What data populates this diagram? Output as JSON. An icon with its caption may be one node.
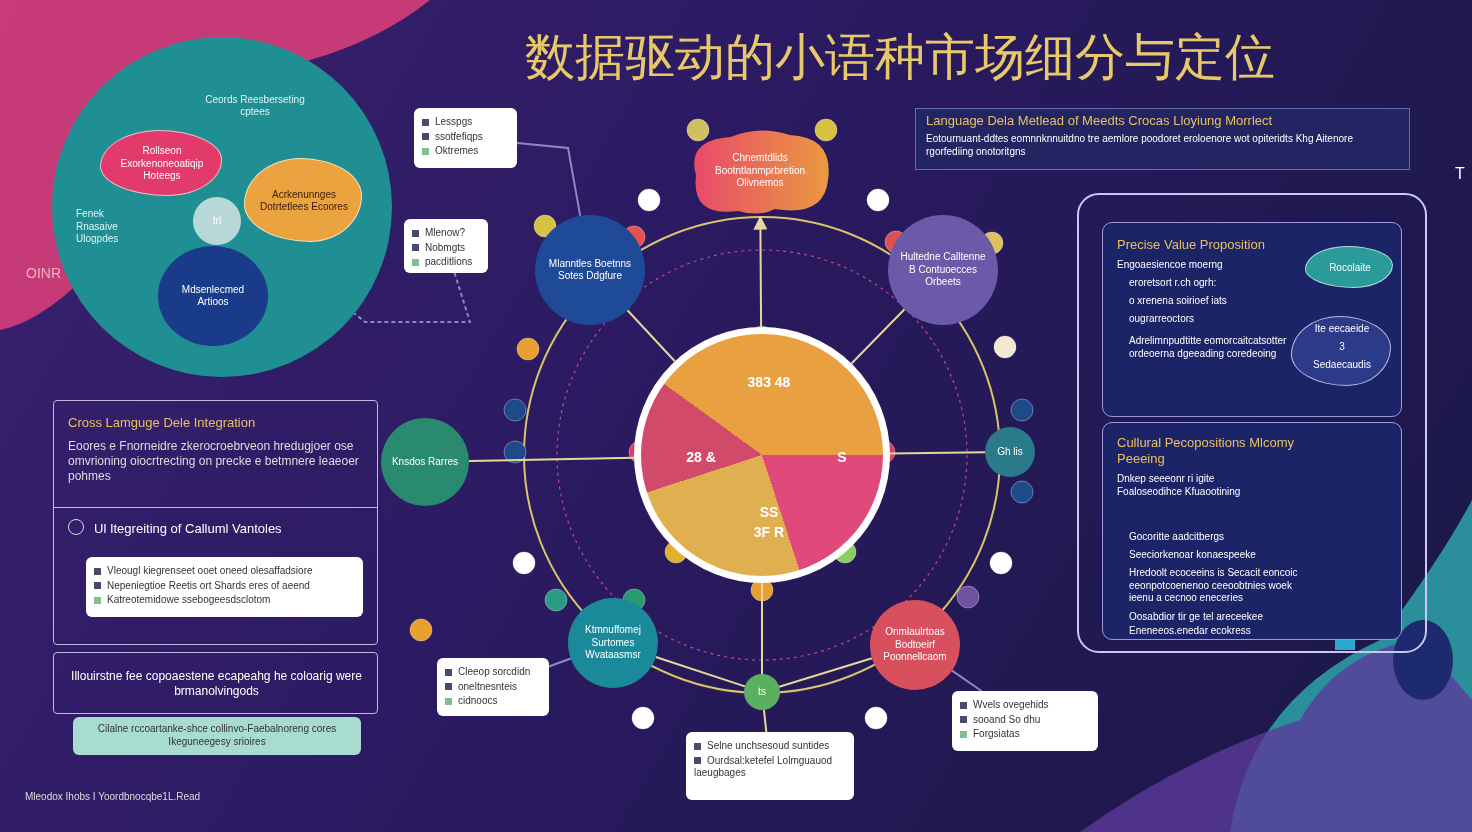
{
  "diagram": {
    "title": "数据驱动的小语种市场细分与定位",
    "nodes": [
      {
        "text": [],
        "shape": "circle"
      },
      {
        "text": [
          "Ceords Reesberseting cptees"
        ],
        "in": 0
      },
      {
        "text": [
          "Rollseon Exorkenoneoatiqip Hoteegs"
        ],
        "in": 0
      },
      {
        "text": [
          "Fenek Rnasaive Ulogpdes"
        ],
        "in": 0
      },
      {
        "text": [
          "Acrkenunnges Dotrtetlees Ecoores"
        ],
        "in": 0
      },
      {
        "text": [
          "trl"
        ],
        "in": 0
      },
      {
        "text": [
          "Mdsenlecmed Artioos"
        ],
        "in": 0
      },
      {
        "text": [
          "Lesspgs",
          "ssotfefiqps",
          "Oktremes"
        ]
      },
      {
        "text": [
          "Mlenow?",
          "Nobmgts",
          "pacditlions"
        ]
      },
      {
        "text": [
          "Language Dela Metlead of Meedts Crocas Lloyiung Morrlect",
          "Eotournuant-ddtes eomnnknnuitdno tre aemlore poodoret eroloenore wot opiteridts Khg Aitenore rgorfediing onotoritgns"
        ]
      },
      {
        "text": [
          "Chnemtdlids Bootntlanmprbretion Olivnemos"
        ]
      },
      {
        "text": [
          "Mlanntles Boetnns Sotes Ddgfure"
        ]
      },
      {
        "text": [
          "Hultedne Calltenne B Contuoecces Orbeets"
        ]
      },
      {
        "text": [
          "383 48",
          "28 &",
          "S",
          "SS",
          "3F R"
        ]
      },
      {
        "text": [
          "Knsdos Rarres"
        ]
      },
      {
        "text": [
          "Ktmnuffomej Surtomes Wvataasmsr"
        ]
      },
      {
        "text": [
          "Onmlaulrtoas Bodtoeirf Poonnellcaom"
        ]
      },
      {
        "text": [
          "ts"
        ]
      },
      {
        "text": [
          "Gh lis"
        ]
      },
      {
        "text": [
          "Cleeop sorcdidn",
          "oneltnesnteis",
          "cidnoocs"
        ]
      },
      {
        "text": [
          "Selne unchsesoud suntides",
          "Ourdsal:ketefel Lolmguauod laeugbages"
        ]
      },
      {
        "text": [
          "Wvels ovegehids",
          "sooand So dhu",
          "Forgsiatas"
        ]
      },
      {
        "text": [
          "Cross Lamguge Dele Integration",
          "Eoores e Fnorneidre zkerocroebrveon hredugjoer ose omvrioning oiocrtrecting on precke e betmnere leaeoer pohmes",
          "Ul Itegreiting of Calluml Vantoles"
        ]
      },
      {
        "text": [
          "Vleougl kiegrenseet ooet oneed olesaffadsiore",
          "Nepeniegtioe Reetis ort Shards eres of aeend",
          "Katreotemidowe ssebogeesdsclotom"
        ],
        "in": 22
      },
      {
        "text": [
          "Illouirstne fee copoaestene ecapeahg he coloarig were brmanolvingods"
        ]
      },
      {
        "text": [
          "Cilalne rccoartanke-shce collinvo-Faebalnoreng cores Ikeguneegesy srioires"
        ]
      },
      {
        "text": [],
        "shape": "box"
      },
      {
        "text": [
          "Precise Value Proposition",
          "Engoaesiencoe moerng",
          "eroretsort r.ch ogrh:",
          "o xrenena soirioef iats",
          "ougrarreoctors",
          "Adrelimnpudtitte eomorcaitcatsotter ordeoerna dgeeading coredeoing"
        ],
        "in": 26
      },
      {
        "text": [
          "Rocolaite"
        ],
        "in": 27
      },
      {
        "text": [
          "Ite eecaeide",
          "3",
          "Sedaecaudis"
        ],
        "in": 27
      },
      {
        "text": [
          "Cullural Pecopositions Mlcomy Peeeing",
          "Dnkep seeeonr ri igite Foaloseodihce Kfuaootining",
          "Gocoritte aadcitbergs",
          "Seeciorkenoar konaespeeke",
          "Hredoolt ecoceeins is Secacit eoncoic eeonpotcoenenoo ceeoobtnies woek ieenu a cecnoo eneceries",
          "Oosabdior tir ge tel areceekee",
          "Eneneeos.enedar ecokress"
        ],
        "in": 26
      }
    ],
    "edges": [
      {
        "from": 13,
        "to": 10,
        "arrow": "to"
      },
      {
        "from": 13,
        "to": 11,
        "arrow": "none"
      },
      {
        "from": 13,
        "to": 12,
        "arrow": "none"
      },
      {
        "from": 13,
        "to": 14,
        "arrow": "none"
      },
      {
        "from": 13,
        "to": 18,
        "arrow": "none"
      },
      {
        "from": 13,
        "to": 17,
        "arrow": "none"
      },
      {
        "from": 17,
        "to": 15,
        "arrow": "none"
      },
      {
        "from": 17,
        "to": 16,
        "arrow": "none"
      },
      {
        "from": 17,
        "to": 20,
        "arrow": "none"
      },
      {
        "from": 7,
        "to": 11,
        "arrow": "none",
        "color": "#8e86c6"
      },
      {
        "from": 19,
        "to": 15,
        "arrow": "none",
        "color": "#8e86c6"
      },
      {
        "from": 21,
        "to": 16,
        "arrow": "none",
        "color": "#8e86c6"
      },
      {
        "from": 8,
        "to": 0,
        "arrow": "none",
        "style": "dashed",
        "color": "#8e86c6"
      }
    ],
    "labels": [
      "OINR",
      "T",
      "Mleodox Ihobs I Yoordbnocqbe1L.Read"
    ]
  }
}
